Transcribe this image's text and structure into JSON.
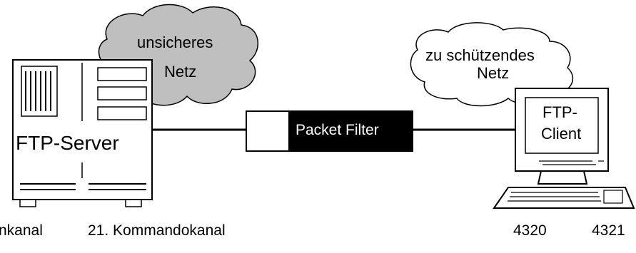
{
  "clouds": {
    "insecure_line1": "unsicheres",
    "insecure_line2": "Netz",
    "protected_line1": "zu schützendes",
    "protected_line2": "Netz"
  },
  "server": {
    "label": "FTP-Server"
  },
  "filter": {
    "label": "Packet Filter"
  },
  "client": {
    "line1": "FTP-",
    "line2": "Client"
  },
  "ports": {
    "left_partial": "nkanal",
    "command": "21. Kommandokanal",
    "p1": "4320",
    "p2": "4321"
  },
  "colors": {
    "cloud_insecure": "#bfbfbf",
    "cloud_protected": "#ffffff",
    "filter_dark": "#000000",
    "stroke": "#000000"
  }
}
